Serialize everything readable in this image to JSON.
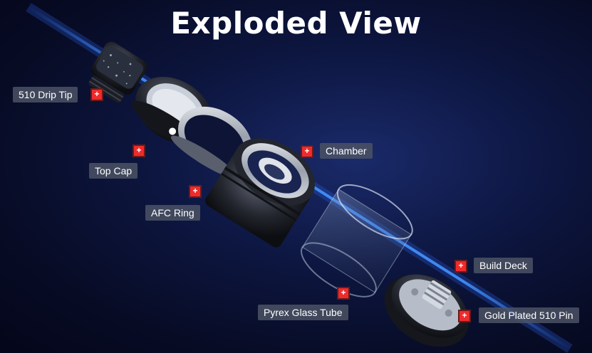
{
  "title": "Exploded View",
  "hotspot_symbol": "+",
  "colors": {
    "beam": "#3a8bff",
    "plus_marker": "#ef2b2b",
    "label_bg": "#4b5264"
  },
  "parts": [
    {
      "id": "drip-tip",
      "label": "510 Drip Tip"
    },
    {
      "id": "top-cap",
      "label": "Top Cap"
    },
    {
      "id": "afc-ring",
      "label": "AFC Ring"
    },
    {
      "id": "chamber",
      "label": "Chamber"
    },
    {
      "id": "glass-tube",
      "label": "Pyrex Glass Tube"
    },
    {
      "id": "build-deck",
      "label": "Build Deck"
    },
    {
      "id": "pin",
      "label": "Gold Plated 510 Pin"
    }
  ]
}
